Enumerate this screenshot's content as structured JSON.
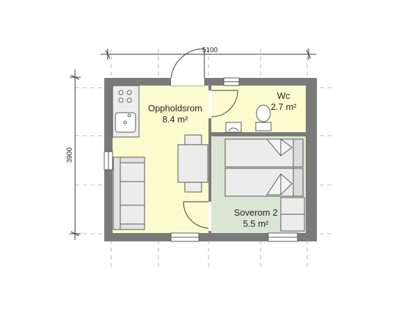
{
  "dimensions": {
    "width": "5100",
    "height": "3900"
  },
  "rooms": [
    {
      "name": "Oppholdsrom",
      "area": "8.4 m²"
    },
    {
      "name": "Wc",
      "area": "2.7 m²"
    },
    {
      "name": "Soverom 2",
      "area": "5.5 m²"
    }
  ],
  "colors": {
    "wall": "#7a7a7a",
    "living_floor": "#fbfbd0",
    "wc_floor": "#fbfbd0",
    "bedroom_floor": "#d9e6d4",
    "furniture": "#ececec",
    "grid": "#b8b8b8"
  }
}
